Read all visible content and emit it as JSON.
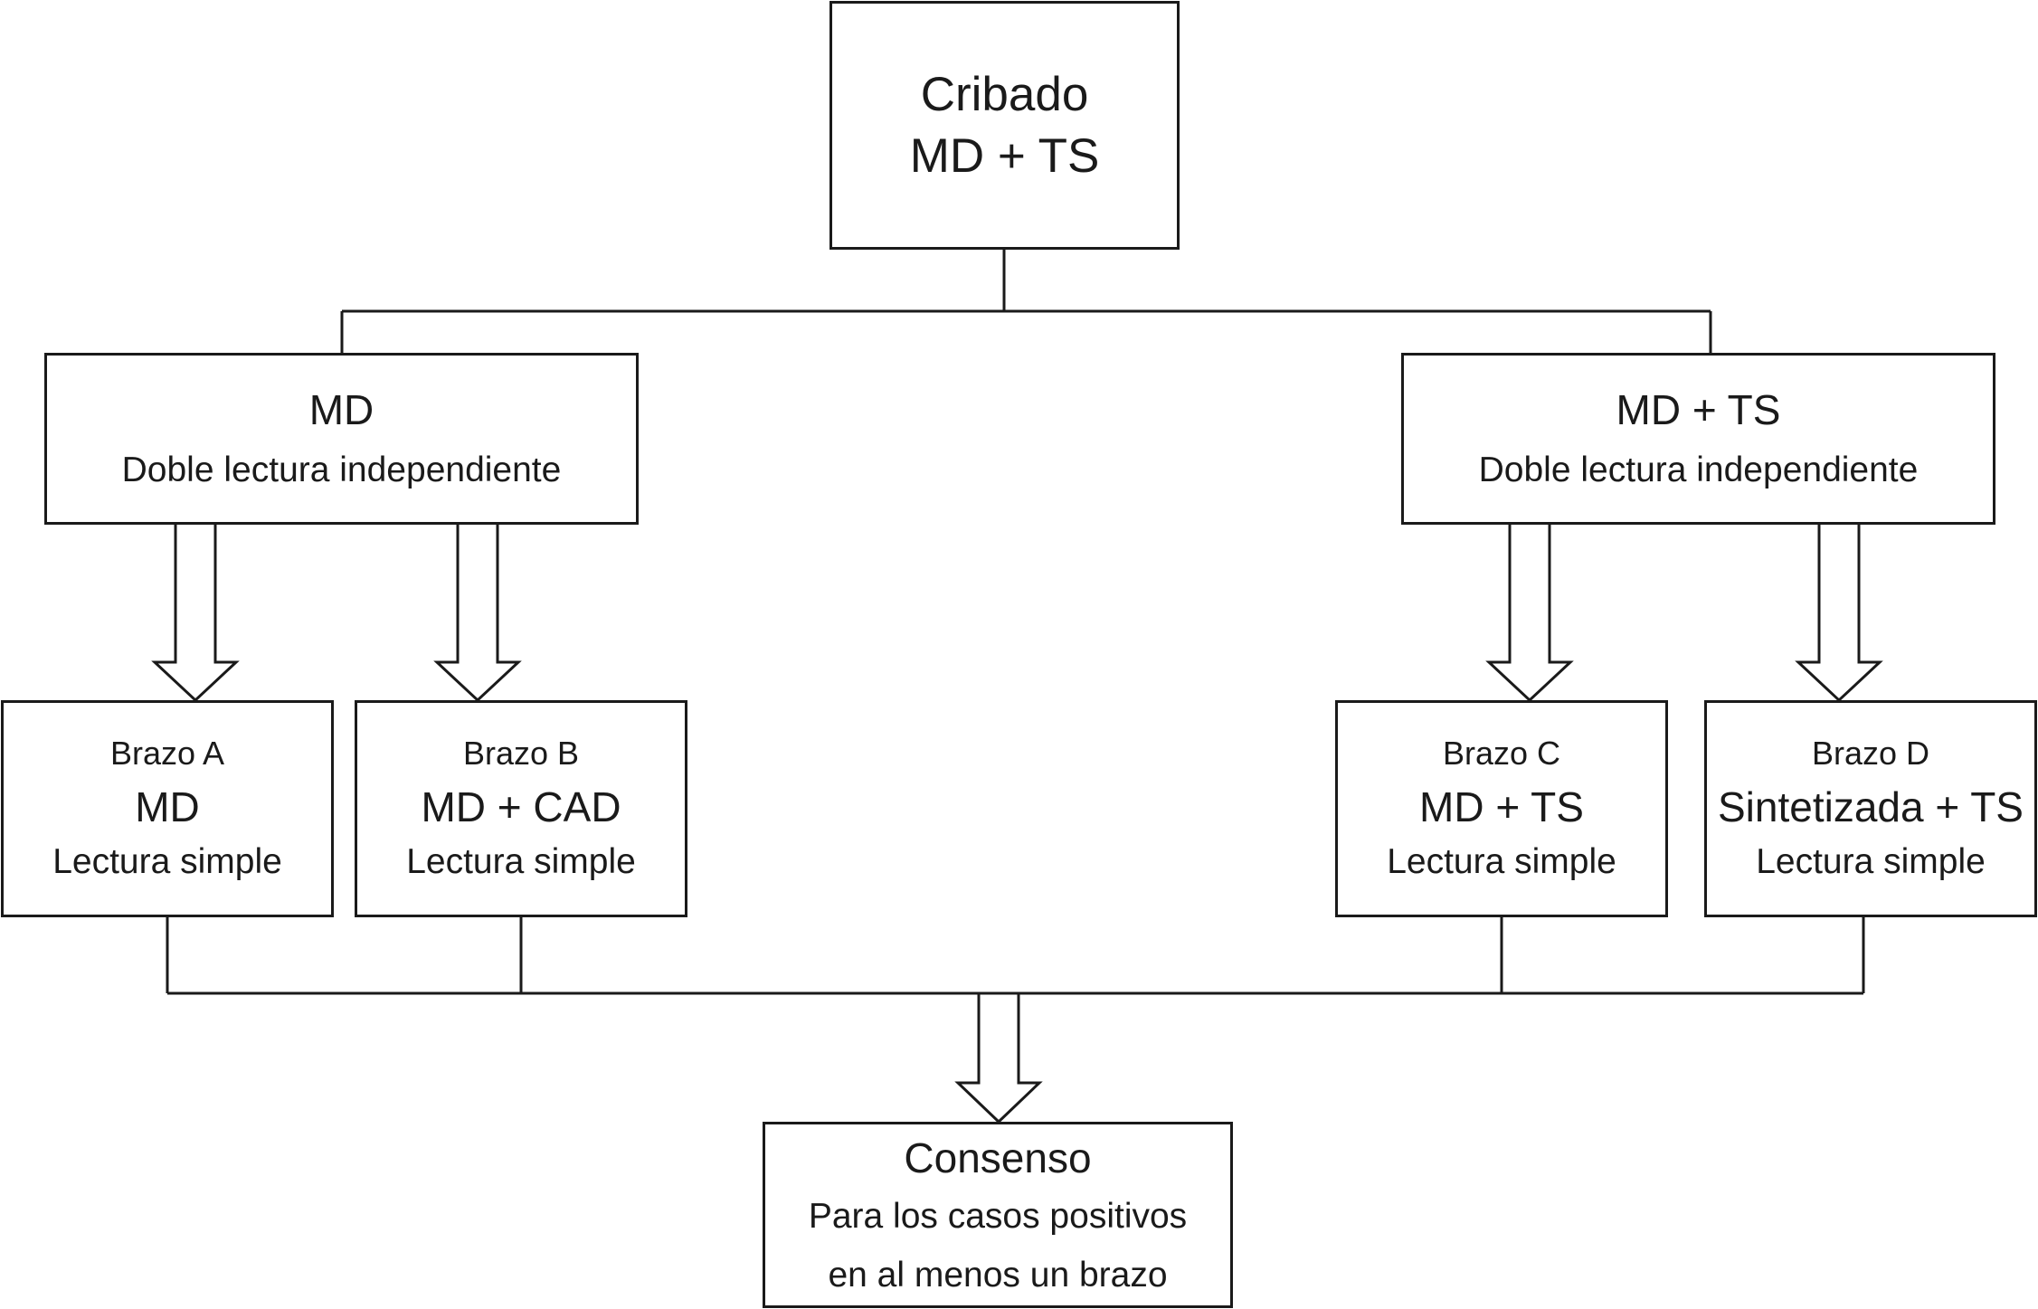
{
  "diagram": {
    "top": {
      "line1": "Cribado",
      "line2": "MD + TS"
    },
    "left": {
      "title": "MD",
      "subtitle": "Doble lectura independiente"
    },
    "right": {
      "title": "MD + TS",
      "subtitle": "Doble lectura independiente"
    },
    "arm_a": {
      "label": "Brazo A",
      "modality": "MD",
      "reading": "Lectura simple"
    },
    "arm_b": {
      "label": "Brazo B",
      "modality": "MD + CAD",
      "reading": "Lectura simple"
    },
    "arm_c": {
      "label": "Brazo C",
      "modality": "MD + TS",
      "reading": "Lectura simple"
    },
    "arm_d": {
      "label": "Brazo D",
      "modality": "Sintetizada + TS",
      "reading": "Lectura simple"
    },
    "bottom": {
      "title": "Consenso",
      "line2": "Para los casos positivos",
      "line3": "en al menos un brazo"
    }
  },
  "colors": {
    "stroke": "#1a1a1a",
    "background": "#ffffff"
  }
}
